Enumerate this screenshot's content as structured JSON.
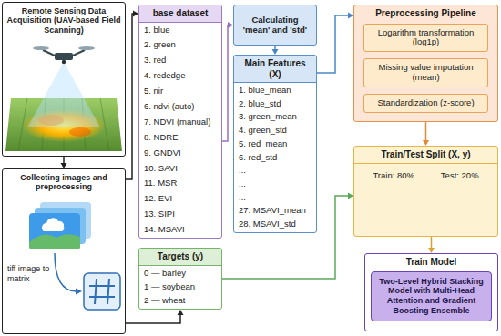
{
  "diagram": {
    "nodes": [
      {
        "text": [
          "Remote Sensing Data Acquisition (UAV-based Field Scanning)"
        ]
      },
      {
        "text": [
          "Collecting images and preprocessing"
        ]
      },
      {
        "text": [
          "base dataset",
          "1. blue",
          "2. green",
          "3. red",
          "4. rededge",
          "5. nir",
          "6. ndvi (auto)",
          "7. NDVI (manual)",
          "8. NDRE",
          "9. GNDVI",
          "10. SAVI",
          "11. MSR",
          "12. EVI",
          "13. SIPI",
          "14. MSAVI"
        ]
      },
      {
        "text": [
          "Targets (y)",
          "0 — barley",
          "1 — soybean",
          "2 — wheat"
        ]
      },
      {
        "text": [
          "Calculating 'mean' and 'std'"
        ]
      },
      {
        "text": [
          "Main Features (X)",
          "1. blue_mean",
          "2. blue_std",
          "3. green_mean",
          "4. green_std",
          "5. red_mean",
          "6. red_std",
          "...",
          "...",
          "...",
          "27. MSAVI_mean",
          "28. MSAVI_std"
        ]
      },
      {
        "text": [
          "Preprocessing Pipeline"
        ]
      },
      {
        "text": [
          "Logarithm transformation (log1p)"
        ],
        "in": 6
      },
      {
        "text": [
          "Missing value imputation (mean)"
        ],
        "in": 6
      },
      {
        "text": [
          "Standardization (z-score)"
        ],
        "in": 6
      },
      {
        "text": [
          "Train/Test Split (X, y)",
          "Train: 80%",
          "Test: 20%"
        ]
      },
      {
        "text": [
          "Train Model",
          "Two-Level Hybrid Stacking Model with Multi-Head Attention and Gradient Boosting Ensemble"
        ]
      }
    ],
    "edges": [
      {
        "from": 0,
        "to": 1,
        "arrow": "to"
      },
      {
        "from": 1,
        "to": 2,
        "arrow": "to"
      },
      {
        "from": 1,
        "to": 3,
        "arrow": "to"
      },
      {
        "from": 2,
        "to": 4,
        "arrow": "to"
      },
      {
        "from": 4,
        "to": 5,
        "arrow": "to"
      },
      {
        "from": 5,
        "to": 6,
        "arrow": "to"
      },
      {
        "from": 6,
        "to": 10,
        "arrow": "to"
      },
      {
        "from": 3,
        "to": 10,
        "arrow": "to"
      },
      {
        "from": 10,
        "to": 11,
        "arrow": "to"
      }
    ],
    "labels": [
      "tiff image to matrix"
    ]
  }
}
